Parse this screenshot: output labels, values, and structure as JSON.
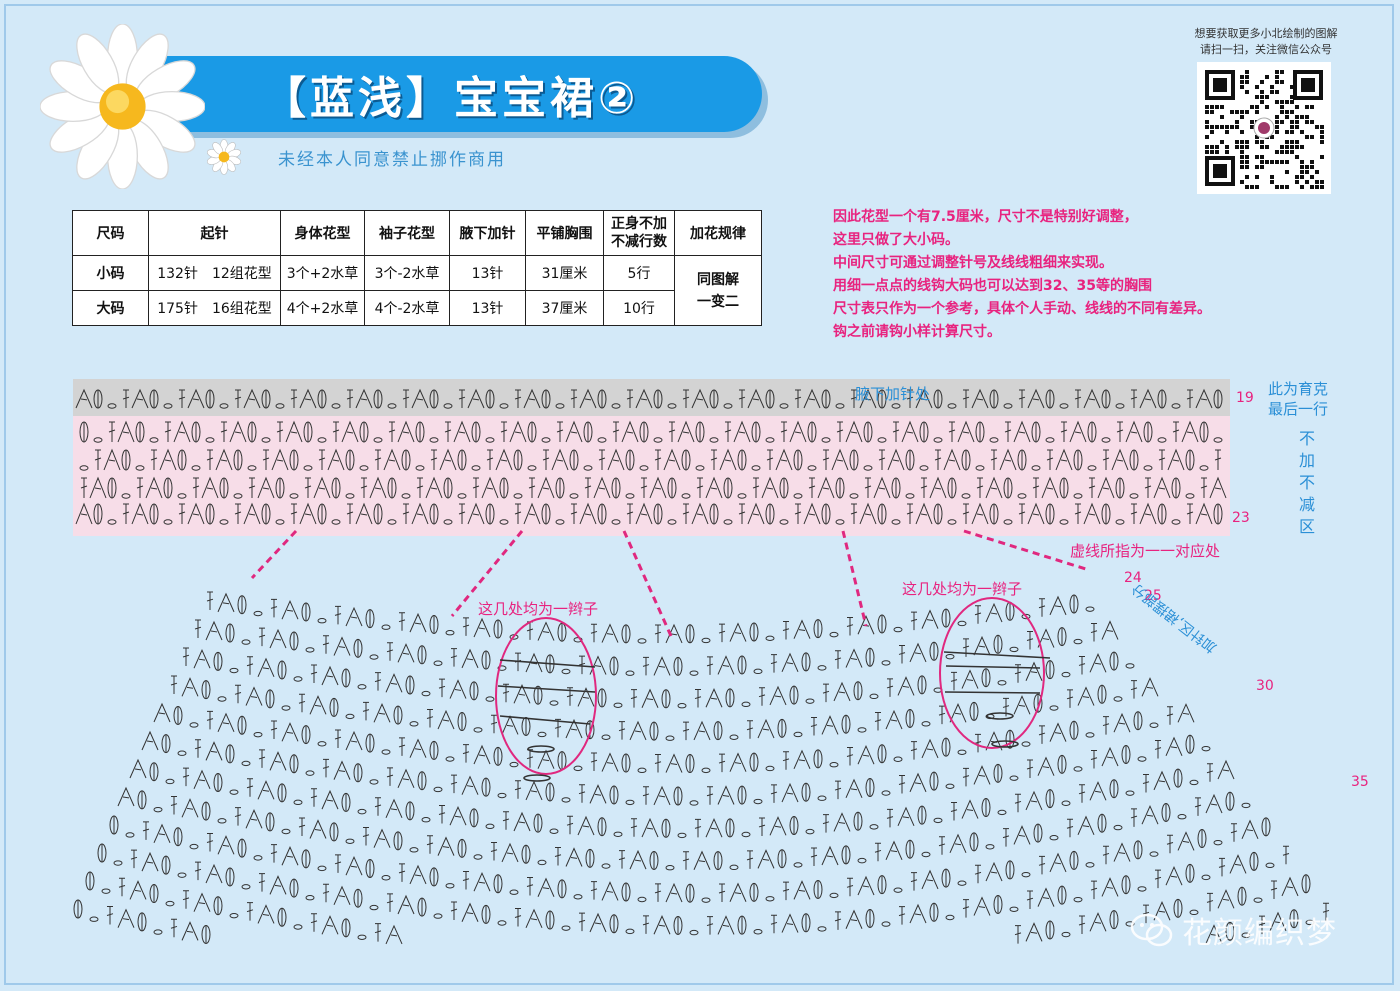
{
  "header": {
    "title": "【蓝浅】宝宝裙②",
    "subtitle": "未经本人同意禁止挪作商用"
  },
  "qr_note": {
    "line1": "想要获取更多小北绘制的图解",
    "line2": "请扫一扫，关注微信公众号"
  },
  "size_table": {
    "headers": [
      "尺码",
      "起针",
      "身体花型",
      "袖子花型",
      "腋下加针",
      "平铺胸围",
      "正身不加\n不减行数",
      "加花规律"
    ],
    "rows": [
      [
        "小码",
        "132针　12组花型",
        "3个+2水草",
        "3个-2水草",
        "13针",
        "31厘米",
        "5行"
      ],
      [
        "大码",
        "175针　16组花型",
        "4个+2水草",
        "4个-2水草",
        "13针",
        "37厘米",
        "10行"
      ]
    ],
    "merged_rule": "同图解\n一变二"
  },
  "notes": [
    "因此花型一个有7.5厘米，尺寸不是特别好调整，",
    "这里只做了大小码。",
    "中间尺寸可通过调整针号及线线粗细来实现。",
    "用细一点点的线钩大码也可以达到32、35等的胸围",
    "尺寸表只作为一个参考，具体个人手动、线线的不同有差异。",
    "钩之前请钩小样计算尺寸。"
  ],
  "diagram": {
    "underarm_label": "腋下加针处",
    "yoke_last_row": "此为育克\n最后一行",
    "no_change_zone": "不加不减区",
    "dashed_note": "虚线所指为一一对应处",
    "chain_note_left": "这几处均为一辫子",
    "chain_note_right": "这几处均为一辫子",
    "rotated_note": "加针区,裙摆部分",
    "row_numbers": {
      "r19": "19",
      "r23": "23",
      "r24": "24",
      "r25": "25",
      "r30": "30",
      "r35": "35"
    }
  },
  "watermark": "花颜编织梦",
  "colors": {
    "background": "#d3e9f8",
    "banner": "#1a9ae6",
    "accent_pink": "#e8237f",
    "accent_blue": "#2a8fd6"
  }
}
